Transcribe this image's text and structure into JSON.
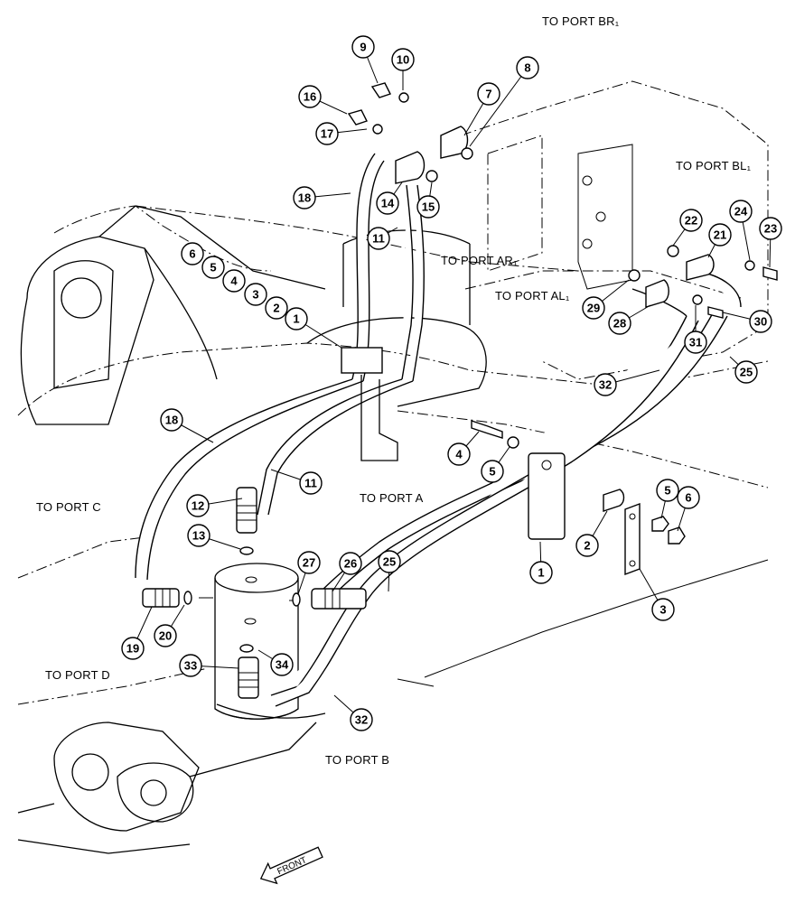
{
  "callouts": [
    {
      "n": "9"
    },
    {
      "n": "10"
    },
    {
      "n": "7"
    },
    {
      "n": "8"
    },
    {
      "n": "16"
    },
    {
      "n": "17"
    },
    {
      "n": "18"
    },
    {
      "n": "14"
    },
    {
      "n": "15"
    },
    {
      "n": "11"
    },
    {
      "n": "6"
    },
    {
      "n": "5"
    },
    {
      "n": "4"
    },
    {
      "n": "3"
    },
    {
      "n": "2"
    },
    {
      "n": "1"
    },
    {
      "n": "22"
    },
    {
      "n": "21"
    },
    {
      "n": "24"
    },
    {
      "n": "23"
    },
    {
      "n": "29"
    },
    {
      "n": "28"
    },
    {
      "n": "31"
    },
    {
      "n": "30"
    },
    {
      "n": "25"
    },
    {
      "n": "32"
    },
    {
      "n": "18"
    },
    {
      "n": "11"
    },
    {
      "n": "4"
    },
    {
      "n": "5"
    },
    {
      "n": "12"
    },
    {
      "n": "13"
    },
    {
      "n": "27"
    },
    {
      "n": "26"
    },
    {
      "n": "25"
    },
    {
      "n": "2"
    },
    {
      "n": "5"
    },
    {
      "n": "6"
    },
    {
      "n": "1"
    },
    {
      "n": "3"
    },
    {
      "n": "19"
    },
    {
      "n": "20"
    },
    {
      "n": "33"
    },
    {
      "n": "34"
    },
    {
      "n": "32"
    }
  ],
  "ports": {
    "br1": "TO PORT BR₁",
    "bl1": "TO PORT BL₁",
    "ar1": "TO PORT AR₁",
    "al1": "TO PORT AL₁",
    "c": "TO PORT C",
    "a": "TO PORT A",
    "d": "TO PORT D",
    "b": "TO PORT B"
  },
  "front_label": "FRONT"
}
